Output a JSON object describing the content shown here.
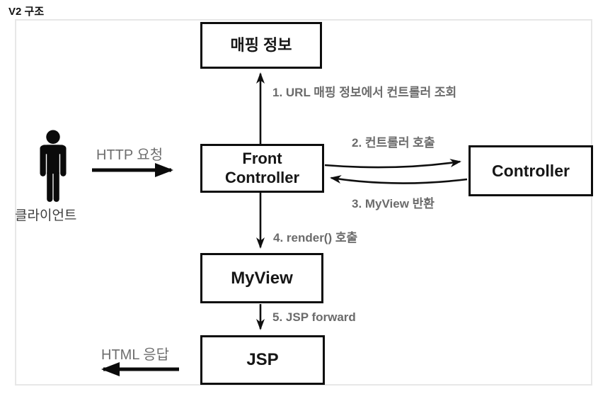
{
  "title": "V2 구조",
  "client": {
    "label": "클라이언트"
  },
  "boxes": {
    "mapping": {
      "label": "매핑 정보"
    },
    "front_controller": {
      "label": "Front\nController"
    },
    "controller": {
      "label": "Controller"
    },
    "myview": {
      "label": "MyView"
    },
    "jsp": {
      "label": "JSP"
    }
  },
  "flow_labels": {
    "step1": {
      "label": "1. URL 매핑 정보에서 컨트롤러 조회"
    },
    "step2": {
      "label": "2. 컨트롤러 호출"
    },
    "step3": {
      "label": "3. MyView 반환"
    },
    "step4": {
      "label": "4. render() 호출"
    },
    "step5": {
      "label": "5. JSP forward"
    }
  },
  "io_labels": {
    "http_request": {
      "label": "HTTP 요청"
    },
    "html_response": {
      "label": "HTML 응답"
    }
  },
  "colors": {
    "box_border": "#0d0d0d",
    "box_text": "#161616",
    "flow_label_text": "#6b6b6b",
    "io_label_text": "#6e6e6e",
    "client_label_text": "#3d3d3d",
    "frame_border": "#e7e7e7",
    "arrow": "#0f0f0f",
    "background": "#ffffff"
  }
}
